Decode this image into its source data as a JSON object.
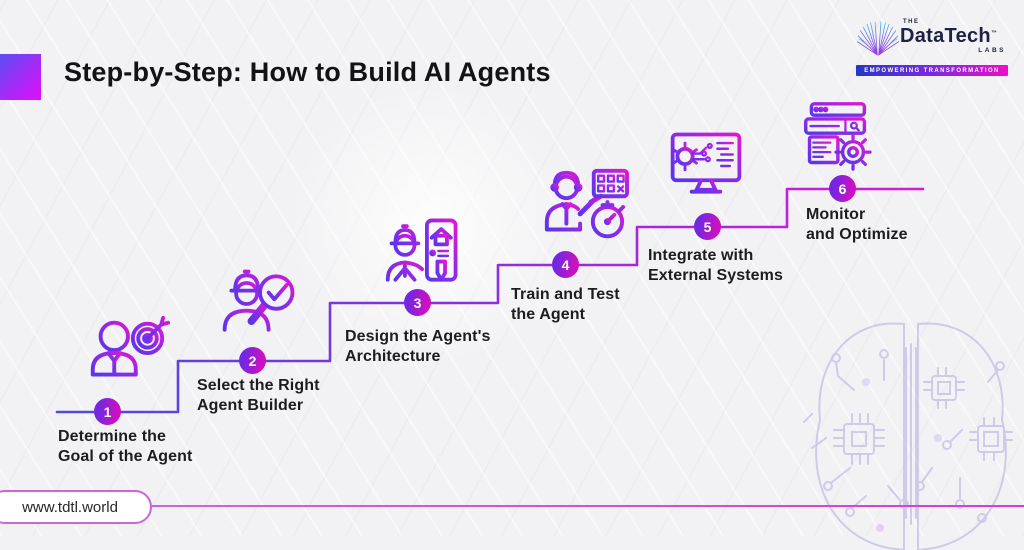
{
  "header": {
    "title": "Step-by-Step: How to Build AI Agents"
  },
  "logo": {
    "prefix": "THE",
    "brand": "DataTech",
    "trademark": "™",
    "suffix": "LABS",
    "tagline": "EMPOWERING TRANSFORMATION"
  },
  "steps": [
    {
      "num": "1",
      "line1": "Determine the",
      "line2": "Goal of the Agent",
      "icon": "person-target-icon"
    },
    {
      "num": "2",
      "line1": "Select the Right",
      "line2": "Agent Builder",
      "icon": "builder-magnifier-check-icon"
    },
    {
      "num": "3",
      "line1": "Design the Agent's",
      "line2": "Architecture",
      "icon": "architect-blueprint-icon"
    },
    {
      "num": "4",
      "line1": "Train and Test",
      "line2": "the Agent",
      "icon": "trainer-stopwatch-icon"
    },
    {
      "num": "5",
      "line1": "Integrate with",
      "line2": "External Systems",
      "icon": "monitor-integration-icon"
    },
    {
      "num": "6",
      "line1": "Monitor",
      "line2": "and Optimize",
      "icon": "browser-gear-icon"
    }
  ],
  "footer": {
    "website": "www.tdtl.world"
  },
  "colors": {
    "background": "#f2f2f4",
    "accent_indigo": "#4f49e2",
    "accent_purple": "#8430e2",
    "accent_magenta": "#d818d8",
    "title_square_start": "#6747f1",
    "title_square_end": "#d613fb",
    "logo_navy": "#1c2244",
    "tagline_bar_start": "#2438c8",
    "tagline_bar_end": "#f00cc8",
    "footer_line": "#cf63d8"
  },
  "decor": {
    "bottom_right_graphic": "ai-brain-circuit-graphic"
  }
}
